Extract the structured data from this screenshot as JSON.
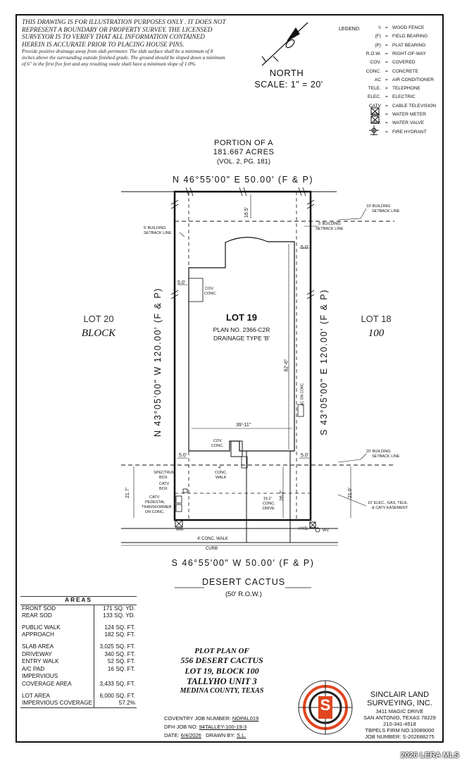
{
  "disclaimer": {
    "caps": "This drawing is for illustration purposes only . It does not represent a boundary or property survey. The licensed surveyor is to verify that all information contained herein is accurate prior to placing house pins.",
    "drainage": "Provide positive drainage away from slab perimeter. The slab surface shall be a minimum of 8 inches above the surrounding outside finished grade. The ground should be sloped down a minimum of 6\" in the first five feet and any resulting swale shall have a minimum slope of 1.0%."
  },
  "north": {
    "label": "NORTH",
    "scale": "SCALE: 1\" = 20'"
  },
  "legend": {
    "title": "LEGEND:",
    "items": [
      {
        "sym": "\\\\",
        "def": "WOOD FENCE"
      },
      {
        "sym": "(F)",
        "def": "FIELD BEARING"
      },
      {
        "sym": "(P)",
        "def": "PLAT BEARING"
      },
      {
        "sym": "R.O.W.",
        "def": "RIGHT-OF-WAY"
      },
      {
        "sym": "COV.",
        "def": "COVERED"
      },
      {
        "sym": "CONC.",
        "def": "CONCRETE"
      },
      {
        "sym": "AC",
        "def": "AIR CONDITIONER"
      },
      {
        "sym": "TELE.",
        "def": "TELEPHONE"
      },
      {
        "sym": "ELEC.",
        "def": "ELECTRIC"
      },
      {
        "sym": "CATV",
        "def": "CABLE TELEVISION"
      },
      {
        "sym": "WM.",
        "def": "WATER METER"
      },
      {
        "sym": "WV.",
        "def": "WATER VALVE"
      },
      {
        "sym": "",
        "def": "FIRE HYDRANT"
      }
    ],
    "eq": "="
  },
  "plan": {
    "portion": "PORTION OF A",
    "acres": "181.667 ACRES",
    "vol": "(VOL. 2, PG. 181)",
    "north_bearing": "N 46°55'00\" E 50.00' (F & P)",
    "south_bearing": "S 46°55'00\" W 50.00' (F & P)",
    "west_bearing": "N 43°05'00\" W 120.00' (F & P)",
    "east_bearing": "S 43°05'00\" E 120.00' (F & P)",
    "lot_number": "LOT 19",
    "plan_no": "PLAN NO. 2366-C2R",
    "drainage_type": "DRAINAGE TYPE 'B'",
    "lot_left": "LOT 20",
    "block_left": "BLOCK",
    "lot_right": "LOT 18",
    "block_right": "100",
    "street": "DESERT CACTUS",
    "row": "(50' R.O.W.)",
    "rear_setback": "10' BUILDING",
    "rear_setback2": "SETBACK LINE",
    "side_setback_left": "5' BUILDING",
    "side_setback_left2": "SETBACK LINE",
    "side_setback_right": "5' BUILDING",
    "side_setback_right2": "SETBACK LINE",
    "front_setback": "20' BUILDING",
    "front_setback2": "SETBACK LINE",
    "easement1": "10' ELEC., GAS, TELE.",
    "easement2": "& CATV EASEMENT",
    "dim_rear": "16.5'",
    "dim_5a": "5.0'",
    "dim_5b": "5.0'",
    "dim_5c": "5.0'",
    "dim_5d": "5.0'",
    "dim_depth": "82'-6\"",
    "dim_width": "39'-11\"",
    "dim_21a": "21.7'",
    "dim_21b": "21.0'",
    "dim_drive": "26.2'",
    "cov_conc": "COV.",
    "cov_conc2": "CONC.",
    "cov_conc_front": "COV.",
    "cov_conc_front2": "CONC.",
    "ac_label": "AC ON CONC.",
    "walk4a": "4'",
    "walk4b": "CONC.",
    "walk4c": "WALK",
    "drive1": "16.2'",
    "drive2": "CONC.",
    "drive3": "DRIVE",
    "spectrum1": "SPECTRUM",
    "spectrum2": "BOX",
    "catv1": "CATV",
    "catv2": "BOX",
    "ped1": "CATV",
    "ped2": "PEDESTAL",
    "ped3": "TRANSFORMER",
    "ped4": "ON CONC.",
    "wm": "WM.",
    "hyd": "HYD.",
    "wv": "WV.",
    "sidewalk": "4' CONC. WALK",
    "curb": "CURB"
  },
  "areas": {
    "title": "AREAS",
    "rows1": [
      {
        "label": "FRONT SOD",
        "value": "171 SQ. YD."
      },
      {
        "label": "REAR SOD",
        "value": "133 SQ. YD."
      }
    ],
    "rows2": [
      {
        "label": "PUBLIC WALK",
        "value": "124 SQ. FT."
      },
      {
        "label": "APPROACH",
        "value": "182 SQ. FT."
      }
    ],
    "rows3": [
      {
        "label": "SLAB AREA",
        "value": "3,025 SQ. FT."
      },
      {
        "label": "DRIVEWAY",
        "value": "340 SQ. FT."
      },
      {
        "label": "ENTRY WALK",
        "value": "52 SQ. FT."
      },
      {
        "label": "A/C PAD",
        "value": "16 SQ. FT."
      }
    ],
    "impervious_label1": "IMPERVIOUS",
    "impervious_label2": "COVERAGE AREA",
    "impervious_value": "3,433 SQ. FT.",
    "rows4": [
      {
        "label": "LOT AREA",
        "value": "6,000 SQ. FT."
      },
      {
        "label": "IMPERVIOUS COVERAGE",
        "value": "57.2%"
      }
    ]
  },
  "title_block": {
    "line1": "PLOT PLAN OF",
    "line2": "556 DESERT CACTUS",
    "line3": "LOT 19, BLOCK 100",
    "line4": "TALLYHO UNIT 3",
    "line5": "MEDINA COUNTY, TEXAS",
    "coventry_label": "COVENTRY JOB NUMBER:",
    "coventry_value": "NOPAL019",
    "dfh_label": "DFH JOB NO:",
    "dfh_value": "94TALLEY-100-19-3",
    "date_label": "DATE:",
    "date_value": "6/4/2026",
    "drawn_label": "DRAWN BY:",
    "drawn_value": "S.L."
  },
  "firm": {
    "name1": "SINCLAIR LAND",
    "name2": "SURVEYING, INC.",
    "addr1": "3411 MAGIC DRIVE",
    "addr2": "SAN ANTONIO, TEXAS 78229",
    "phone": "210-341-4518",
    "tbpels": "TBPELS FIRM NO.10089000",
    "job": "JOB NUMBER: S-202688275",
    "logo_letter": "S",
    "logo_color": "#e0461f"
  },
  "watermark": "2026 LERA MLS"
}
